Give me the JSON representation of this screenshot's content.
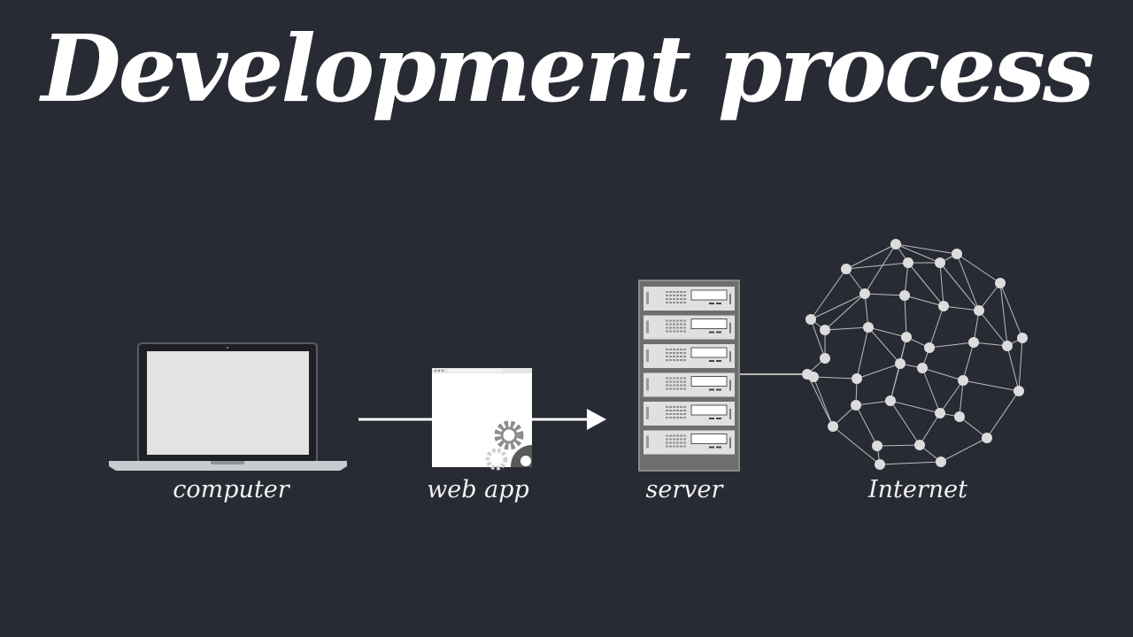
{
  "title": "Development process",
  "labels": {
    "computer": "computer",
    "web_app": "web app",
    "server": "server",
    "internet": "Internet"
  },
  "colors": {
    "background": "#282b33",
    "foreground": "#ffffff",
    "device_gray": "#8a8a8a",
    "node_gray": "#dcdcdc"
  },
  "icons": [
    "laptop-icon",
    "web-app-window-icon",
    "gears-icon",
    "server-rack-icon",
    "network-globe-icon",
    "arrow-icon"
  ]
}
